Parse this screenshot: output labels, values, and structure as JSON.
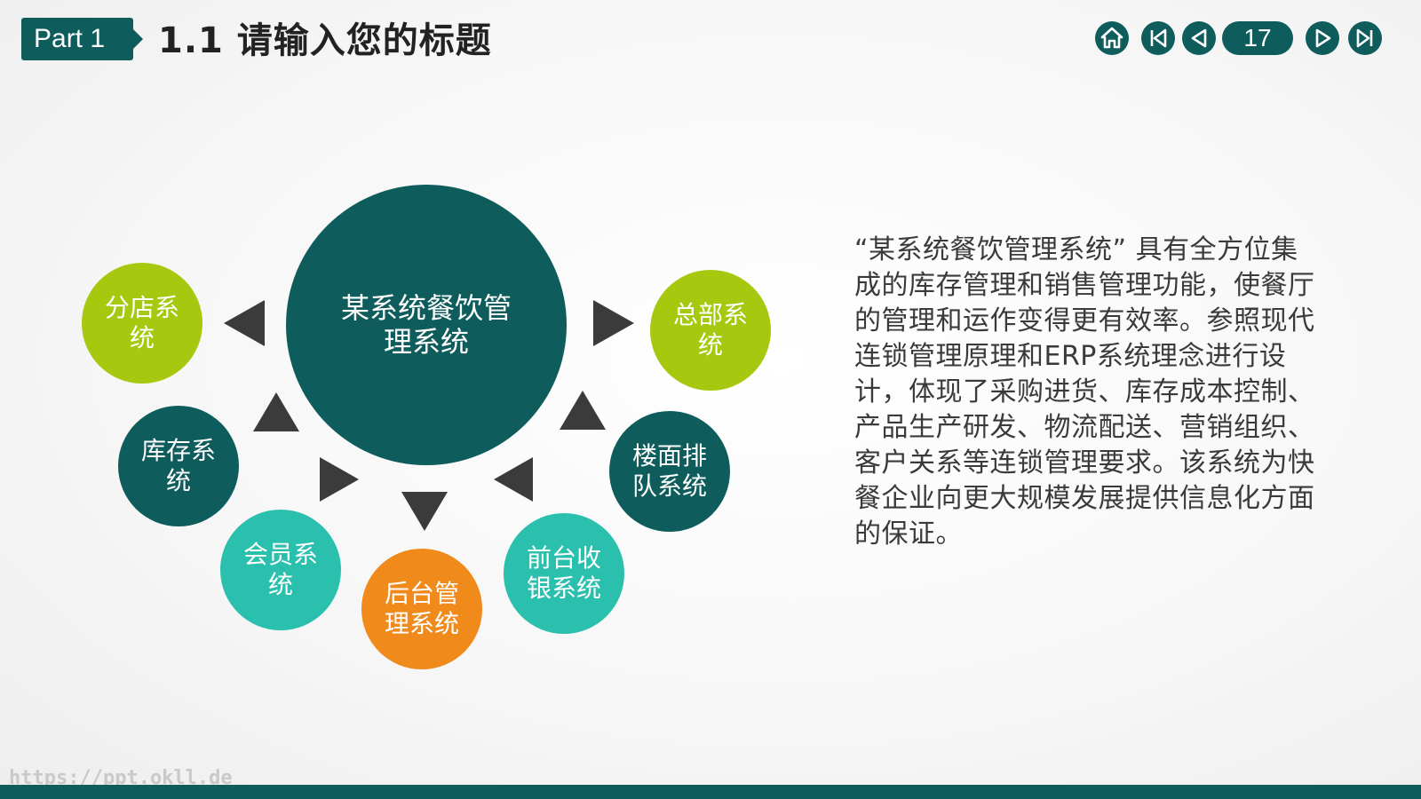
{
  "header": {
    "part_label": "Part 1",
    "title": "1.1 请输入您的标题"
  },
  "nav": {
    "page_number": "17",
    "icons": [
      "home-icon",
      "first-page-icon",
      "prev-page-icon",
      "next-page-icon",
      "last-page-icon"
    ]
  },
  "diagram": {
    "center": "某系统餐饮管理系统",
    "nodes": {
      "branch": "分店系统",
      "hq": "总部系统",
      "inventory": "库存系统",
      "queue": "楼面排队系统",
      "member": "会员系统",
      "backend": "后台管理系统",
      "cashier": "前台收银系统"
    }
  },
  "description": "“某系统餐饮管理系统” 具有全方位集成的库存管理和销售管理功能，使餐厅的管理和运作变得更有效率。参照现代连锁管理原理和ERP系统理念进行设计，体现了采购进货、库存成本控制、产品生产研发、物流配送、营销组织、客户关系等连锁管理要求。该系统为快餐企业向更大规模发展提供信息化方面的保证。",
  "watermark": "https://ppt.okll.de",
  "colors": {
    "teal_dark": "#0e5d5c",
    "lime": "#a6c90f",
    "teal": "#2bbfae",
    "orange": "#f08a1b"
  }
}
